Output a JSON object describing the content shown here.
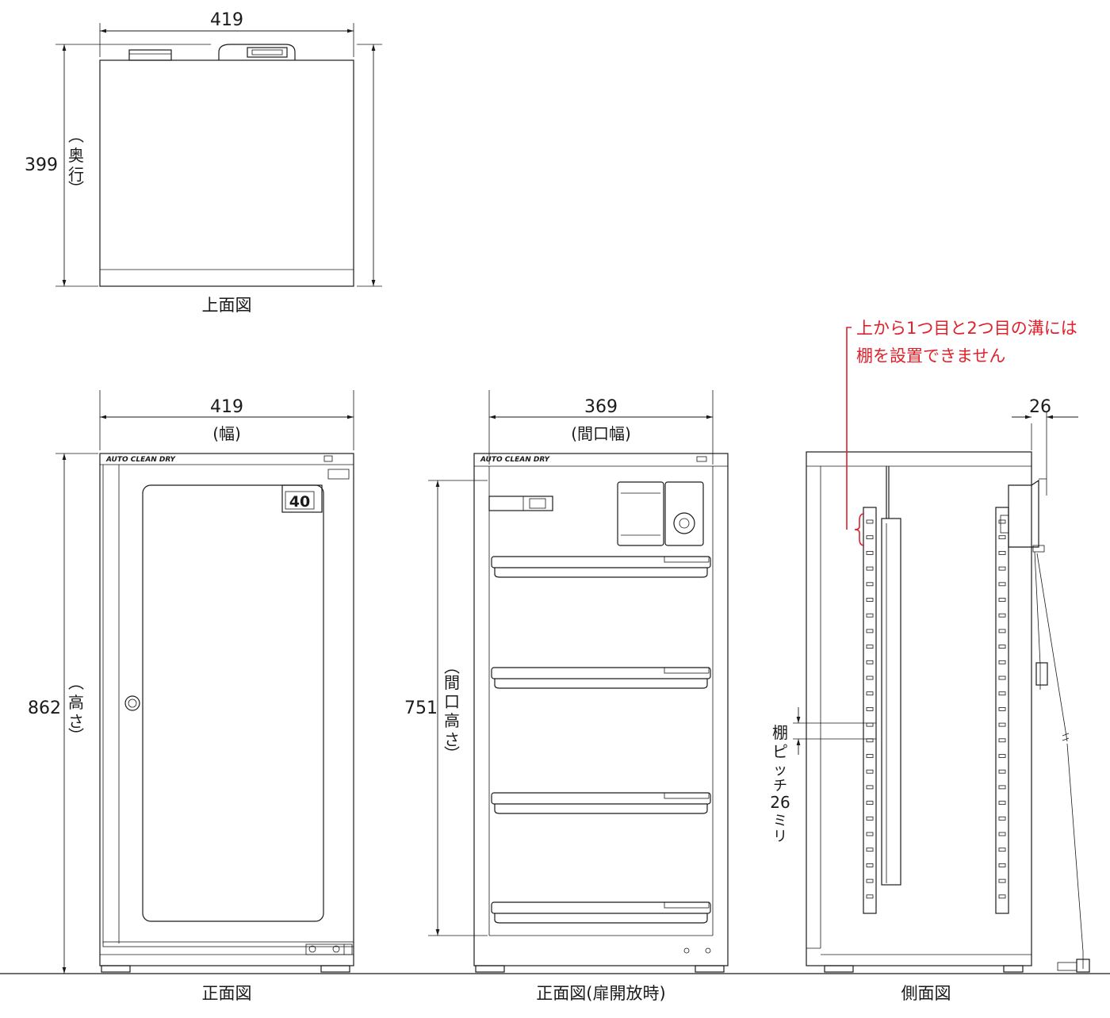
{
  "views": {
    "top": {
      "caption": "上面図",
      "width": "419",
      "depth": "399",
      "depth_label": [
        "奥",
        "行"
      ]
    },
    "front": {
      "caption": "正面図",
      "width": "419",
      "width_label": "(幅)",
      "height": "862",
      "height_label": [
        "高",
        "さ"
      ],
      "brand": "AUTO CLEAN DRY",
      "display_value": "40"
    },
    "front_open": {
      "caption": "正面図(扉開放時)",
      "width": "369",
      "width_label": "(間口幅)",
      "height": "751",
      "height_label": [
        "間",
        "口",
        "高",
        "さ"
      ],
      "brand": "AUTO CLEAN DRY"
    },
    "side": {
      "caption": "側面図",
      "protrusion": "26",
      "pitch_label": [
        "棚",
        "ピ",
        "ッ",
        "チ",
        "26",
        "ミ",
        "リ"
      ],
      "note_line1": "上から1つ目と2つ目の溝には",
      "note_line2": "棚を設置できません"
    }
  },
  "colors": {
    "line": "#1a1a1a",
    "note": "#e0202a"
  }
}
